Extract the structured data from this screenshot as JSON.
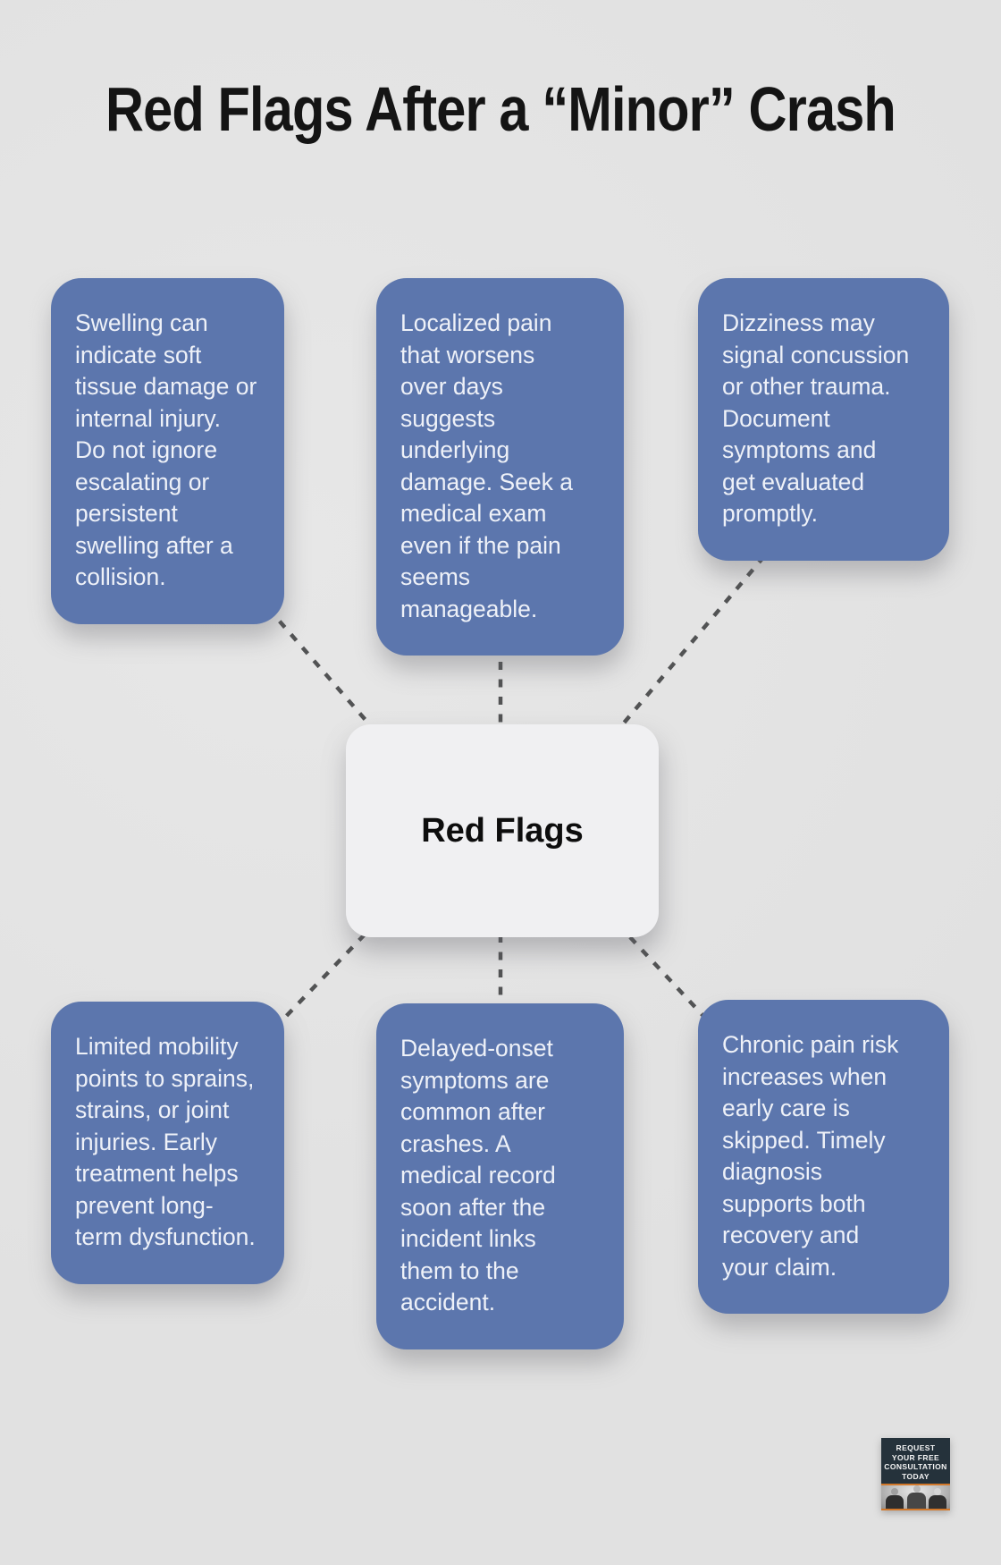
{
  "title": "Red Flags After a “Minor” Crash",
  "center": {
    "label": "Red Flags"
  },
  "nodes": [
    {
      "id": "swelling",
      "text": "Swelling can\nindicate soft\ntissue damage or\ninternal injury.\nDo not ignore\nescalating or\npersistent\nswelling after a\ncollision."
    },
    {
      "id": "localized-pain",
      "text": "Localized pain\nthat worsens\nover days\nsuggests\nunderlying\ndamage. Seek a\nmedical exam\neven if the pain\nseems\nmanageable."
    },
    {
      "id": "dizziness",
      "text": "Dizziness may\nsignal concussion\nor other trauma.\nDocument\nsymptoms and\nget evaluated\npromptly."
    },
    {
      "id": "limited-mobility",
      "text": "Limited mobility\npoints to sprains,\nstrains, or joint\ninjuries. Early\ntreatment helps\nprevent long-\nterm dysfunction."
    },
    {
      "id": "delayed-onset",
      "text": "Delayed-onset\nsymptoms are\ncommon after\ncrashes. A\nmedical record\nsoon after the\nincident links\nthem to the\naccident."
    },
    {
      "id": "chronic-pain",
      "text": "Chronic pain risk\nincreases when\nearly care is\nskipped. Timely\ndiagnosis\nsupports both\nrecovery and\nyour claim."
    }
  ],
  "badge": {
    "text": "REQUEST\nYOUR FREE\nCONSULTATION\nTODAY"
  },
  "colors": {
    "accent": "#5c76ad",
    "bg": "#e1e1e1",
    "bg-light": "#e7e7e7",
    "center-bg": "#f0f0f2",
    "dash": "#525354",
    "navy": "#25323b",
    "orange": "#d2782a"
  }
}
